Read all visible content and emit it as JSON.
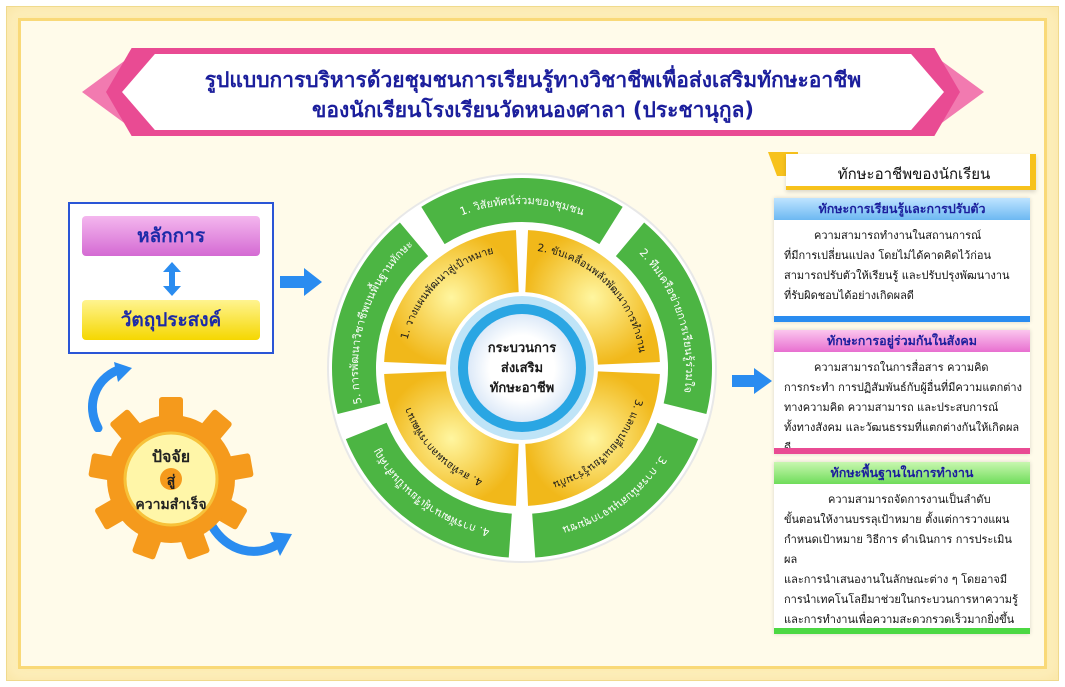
{
  "title": {
    "line1": "รูปแบบการบริหารด้วยชุมชนการเรียนรู้ทางวิชาชีพเพื่อส่งเสริมทักษะอาชีพ",
    "line2": "ของนักเรียนโรงเรียนวัดหนองศาลา (ประชานุกูล)"
  },
  "left": {
    "principle": "หลักการ",
    "objective": "วัตถุประสงค์",
    "gear_line1": "ปัจจัย",
    "gear_line2": "สู่",
    "gear_line3": "ความสำเร็จ"
  },
  "wheel": {
    "center_line1": "กระบวนการ",
    "center_line2": "ส่งเสริม",
    "center_line3": "ทักษะอาชีพ",
    "outer": [
      "1. วิสัยทัศน์ร่วมของชุมชน",
      "2. ทีมเครือข่ายการเรียนรู้ร่วมใจ",
      "3. การสนับสนุนจากชุมชน",
      "4. การพัฒนาผู้เรียนเป็นสำคัญ",
      "5. การพัฒนาวิชาชีพบนพื้นฐานทักษะ"
    ],
    "inner": [
      "1. วางแผนพัฒนาสู่เป้าหมาย",
      "2. ขับเคลื่อนพลังพัฒนาการทำงาน",
      "3. แลกเปลี่ยนเรียนรู้ร่วมกัน",
      "4. สะท้อนผลการพัฒนา"
    ]
  },
  "skills": {
    "header": "ทักษะอาชีพของนักเรียน",
    "items": [
      {
        "title": "ทักษะการเรียนรู้และการปรับตัว",
        "text": [
          "ความสามารถทำงานในสถานการณ์",
          "ที่มีการเปลี่ยนแปลง โดยไม่ได้คาดคิดไว้ก่อน",
          "สามารถปรับตัวให้เรียนรู้ และปรับปรุงพัฒนางาน",
          "ที่รับผิดชอบได้อย่างเกิดผลดี"
        ]
      },
      {
        "title": "ทักษะการอยู่ร่วมกันในสังคม",
        "text": [
          "ความสามารถในการสื่อสาร ความคิด",
          "การกระทำ การปฏิสัมพันธ์กับผู้อื่นที่มีความแตกต่าง",
          "ทางความคิด ความสามารถ และประสบการณ์",
          "ทั้งทางสังคม และวัฒนธรรมที่แตกต่างกันให้เกิดผลดี"
        ]
      },
      {
        "title": "ทักษะพื้นฐานในการทำงาน",
        "text": [
          "ความสามารถจัดการงานเป็นลำดับ",
          "ขั้นตอนให้งานบรรลุเป้าหมาย ตั้งแต่การวางแผน",
          "กำหนดเป้าหมาย วิธีการ ดำเนินการ การประเมินผล",
          "และการนำเสนองานในลักษณะต่าง ๆ โดยอาจมี",
          "การนำเทคโนโลยีมาช่วยในกระบวนการหาความรู้",
          "และการทำงานเพื่อความสะดวกรวดเร็วมากยิ่งขึ้น"
        ]
      }
    ]
  },
  "colors": {
    "pink": "#e94b93",
    "blue": "#2a8cf0",
    "green": "#4cb543",
    "yellow": "#f7d21c",
    "navy": "#1b1e9c"
  }
}
